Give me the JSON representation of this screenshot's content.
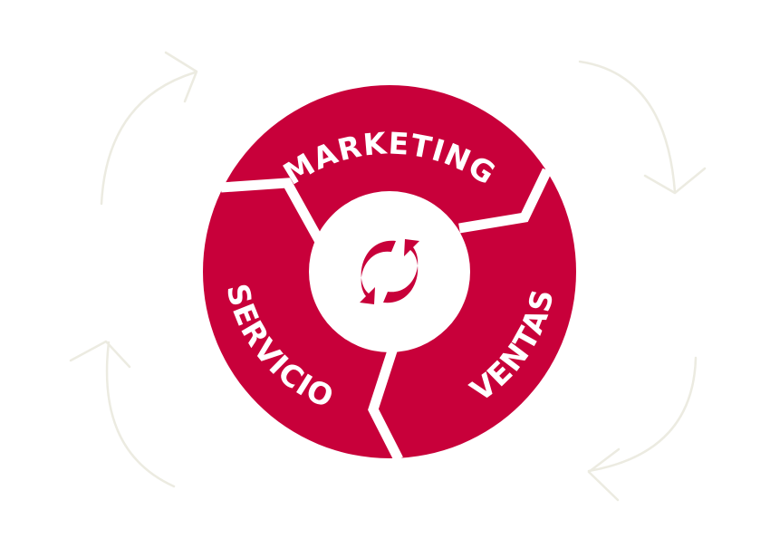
{
  "diagram": {
    "segments": [
      {
        "id": "marketing",
        "label": "MARKETING"
      },
      {
        "id": "ventas",
        "label": "VENTAS"
      },
      {
        "id": "servicio",
        "label": "SERVICIO"
      }
    ],
    "center_icon": "cycle-arrows-icon",
    "background_arrows": [
      "curved-arrow-icon",
      "curved-arrow-icon",
      "curved-arrow-icon",
      "curved-arrow-icon"
    ]
  },
  "colors": {
    "wheel": "#c8003a",
    "text": "#ffffff",
    "background": "#ffffff",
    "faint_arrows": "#ecebe1"
  }
}
